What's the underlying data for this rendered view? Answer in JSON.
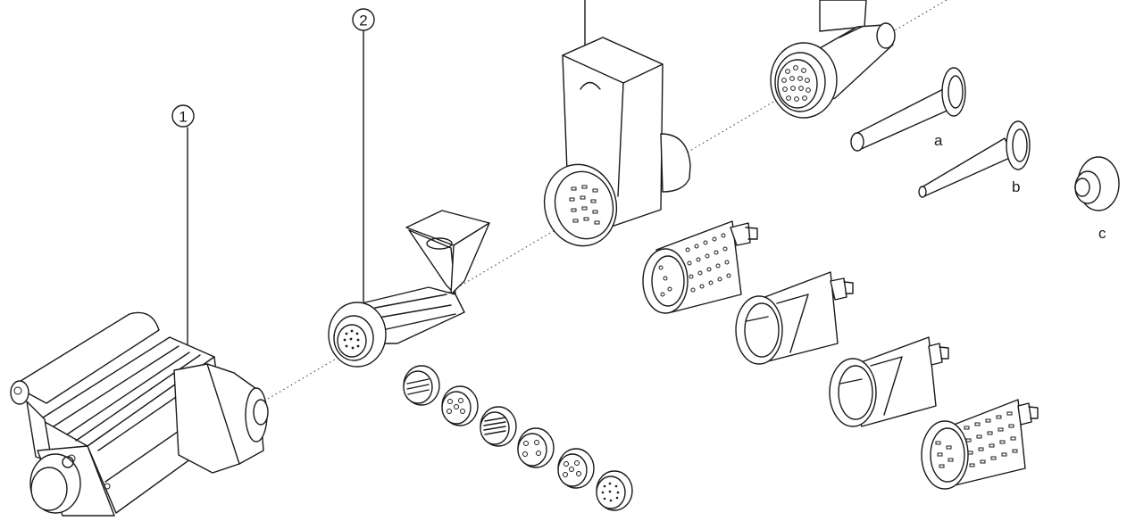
{
  "callouts": {
    "one": "1",
    "two": "2"
  },
  "labels": {
    "a": "a",
    "b": "b",
    "c": "c"
  }
}
